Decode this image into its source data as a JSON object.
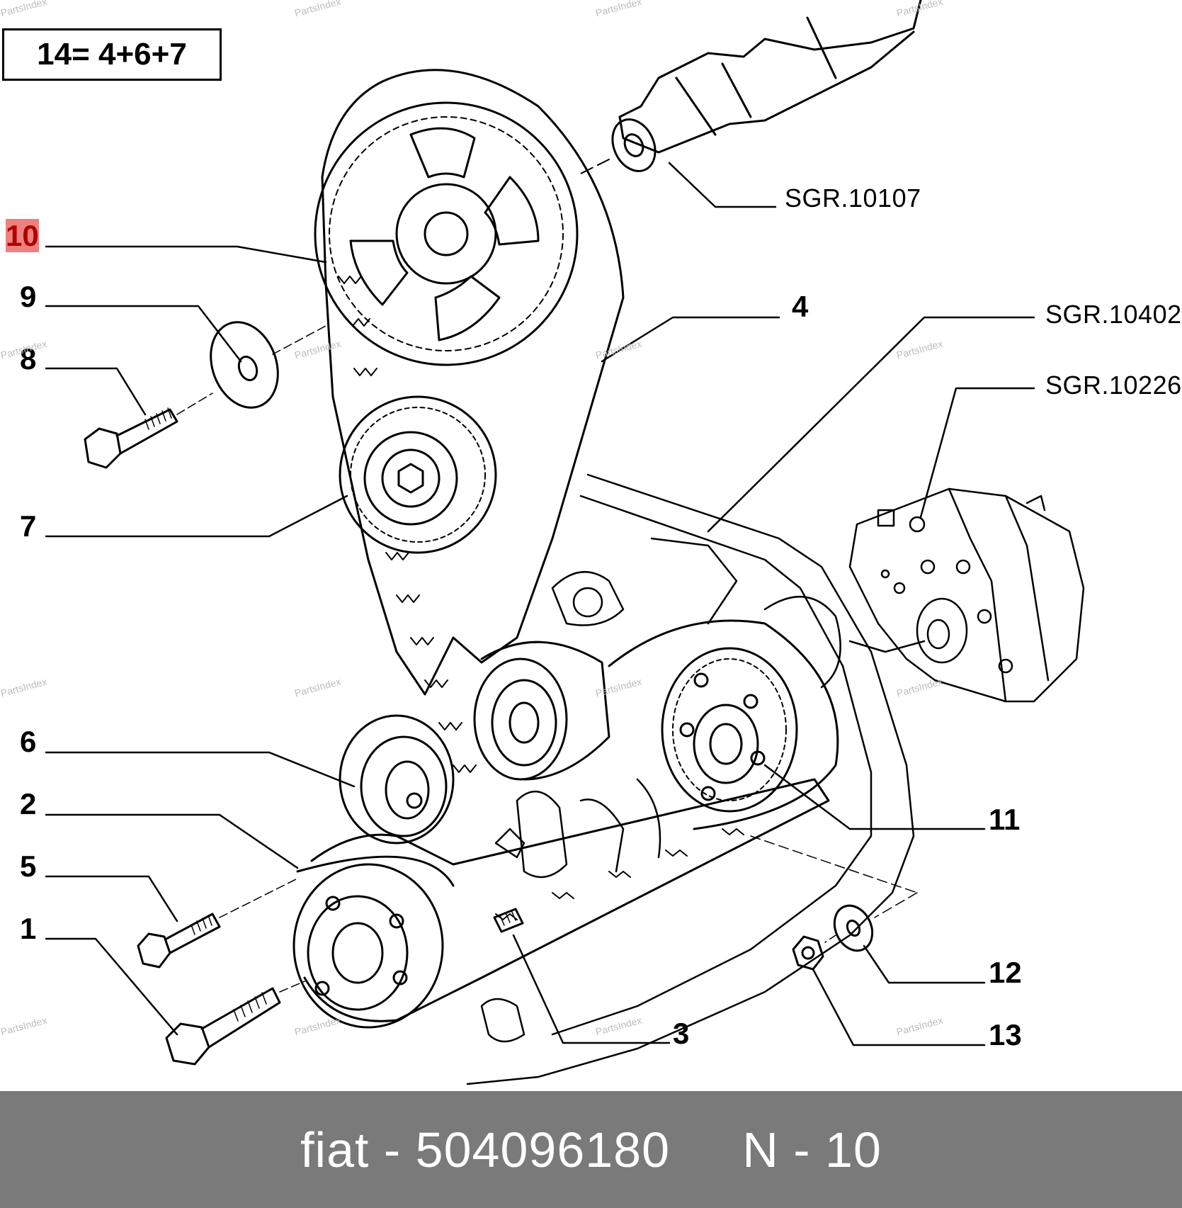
{
  "kit_box": {
    "text": "14= 4+6+7"
  },
  "callouts": [
    {
      "id": "10",
      "label": "10",
      "highlighted": true
    },
    {
      "id": "9",
      "label": "9"
    },
    {
      "id": "8",
      "label": "8"
    },
    {
      "id": "7",
      "label": "7"
    },
    {
      "id": "6",
      "label": "6"
    },
    {
      "id": "2",
      "label": "2"
    },
    {
      "id": "5",
      "label": "5"
    },
    {
      "id": "1",
      "label": "1"
    },
    {
      "id": "4",
      "label": "4"
    },
    {
      "id": "11",
      "label": "11"
    },
    {
      "id": "12",
      "label": "12"
    },
    {
      "id": "13",
      "label": "13"
    },
    {
      "id": "3",
      "label": "3"
    }
  ],
  "subgroup_refs": [
    "SGR.10107",
    "SGR.10402",
    "SGR.10226"
  ],
  "watermark": "PartsIndex",
  "footer": {
    "text": "fiat - 504096180     N - 10"
  },
  "colors": {
    "footer_bg": "#7a7a7a",
    "highlight": "#f08080",
    "line": "#000000"
  }
}
